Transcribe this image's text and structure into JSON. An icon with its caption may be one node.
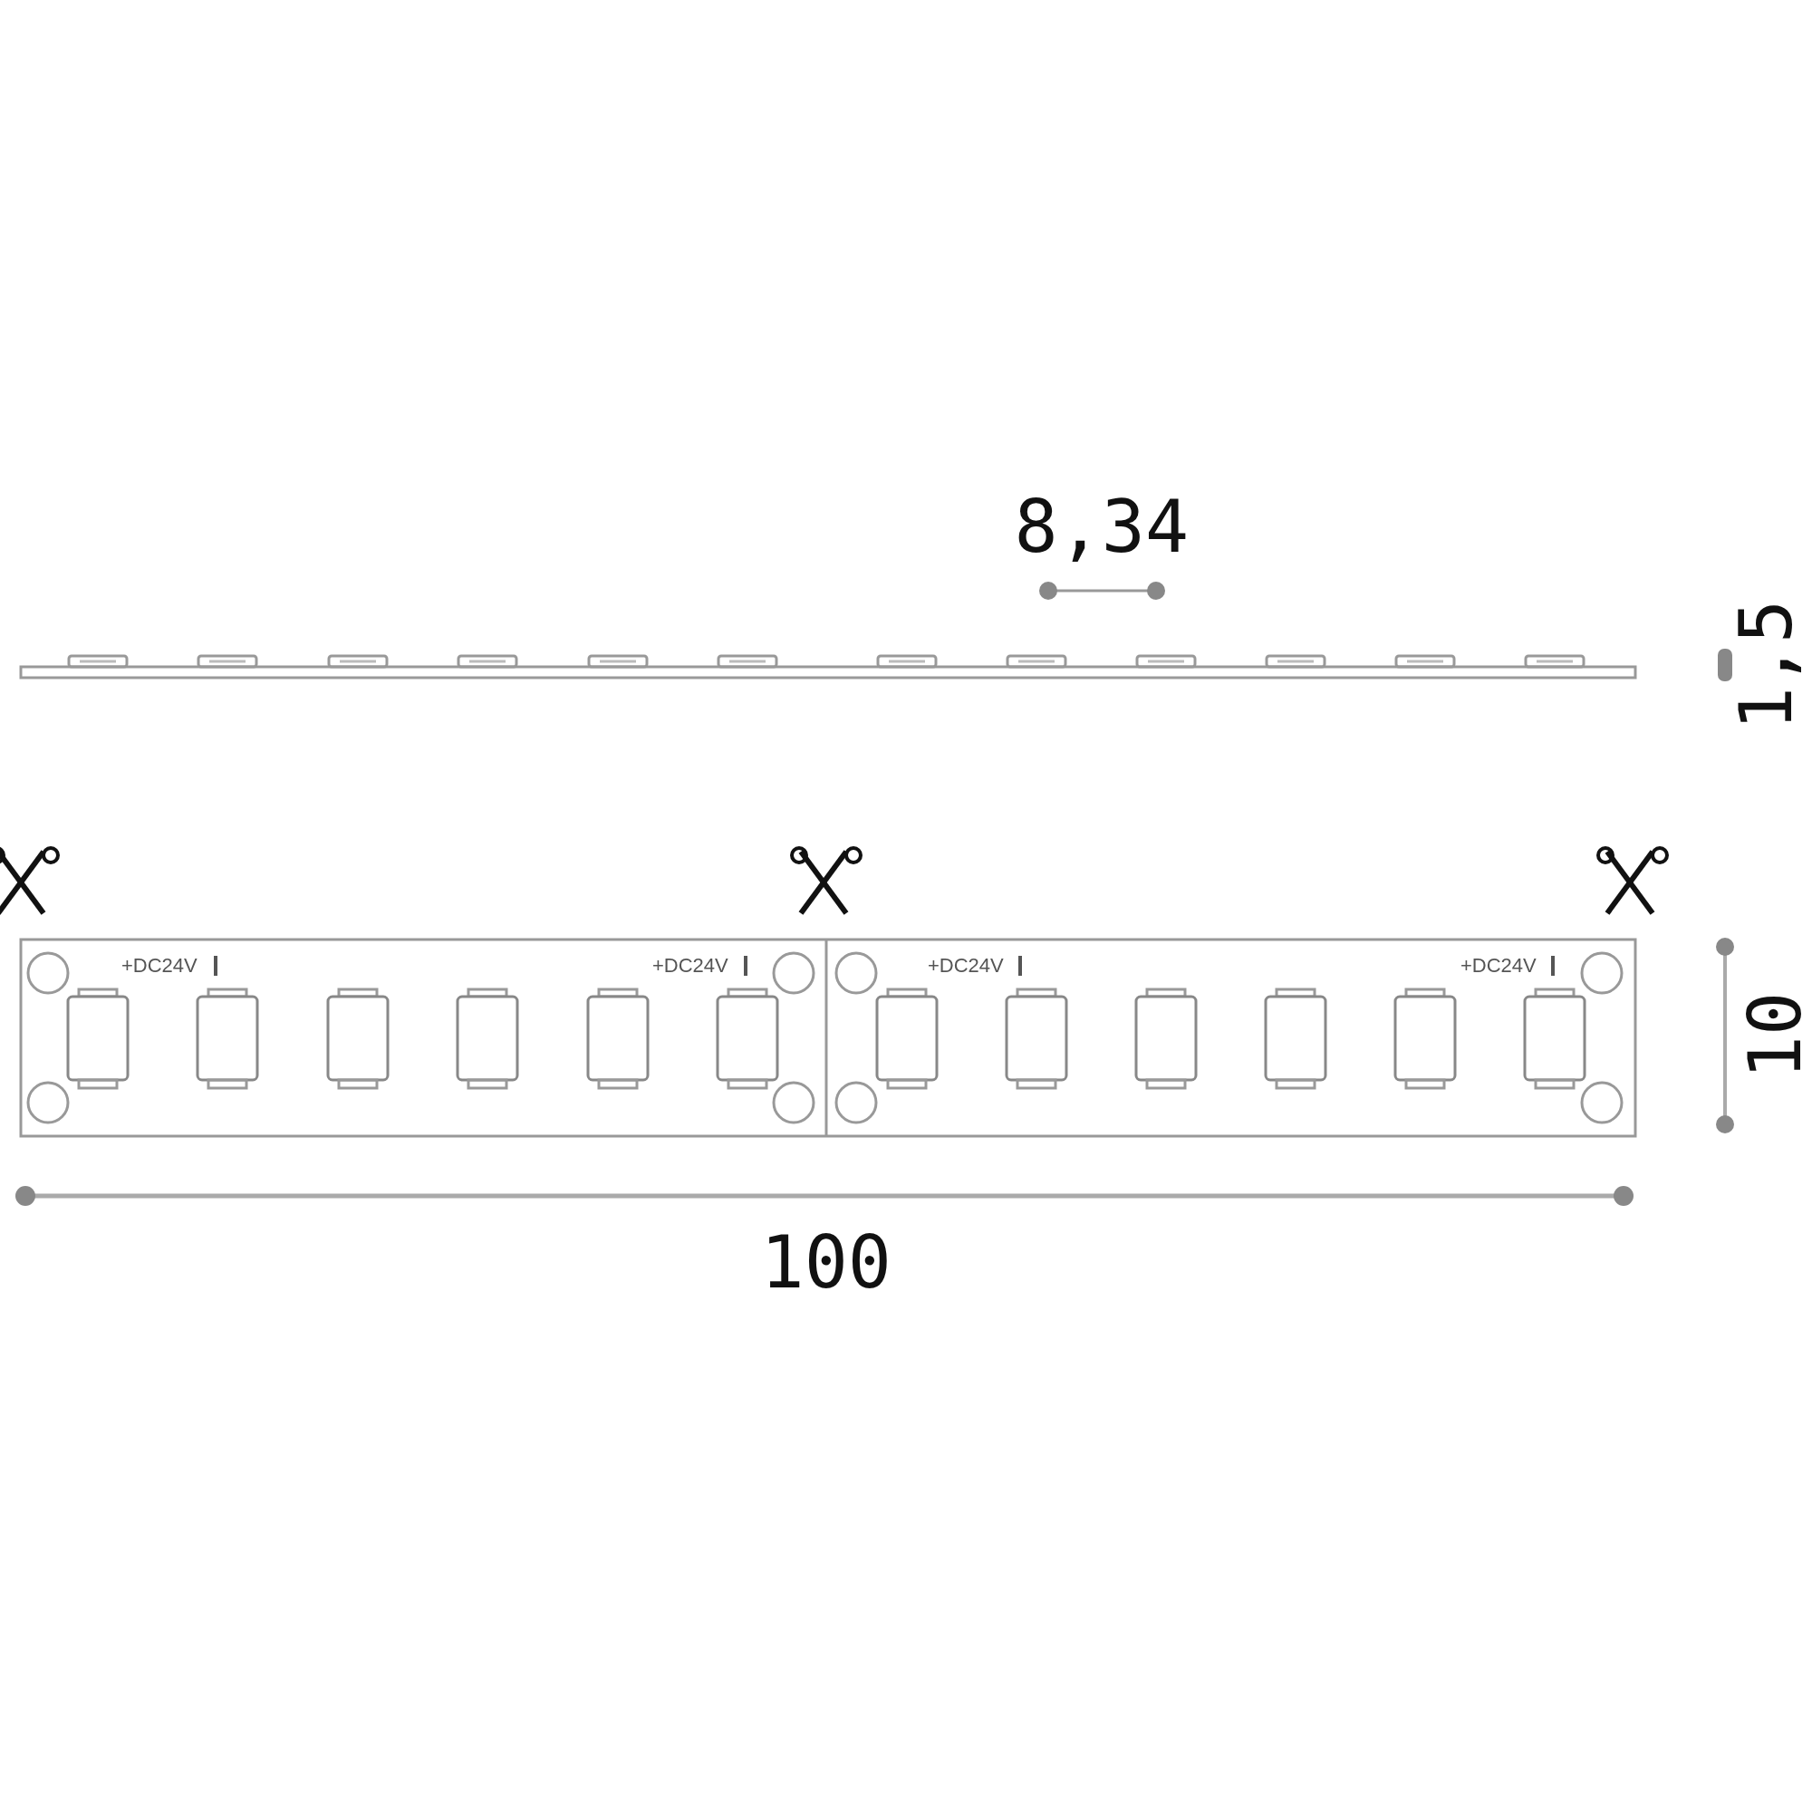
{
  "diagram": {
    "labels": [
      "8,34",
      "1,5",
      "+DC24V",
      "+DC24V",
      "+DC24V",
      "+DC24V",
      "10",
      "100"
    ]
  }
}
